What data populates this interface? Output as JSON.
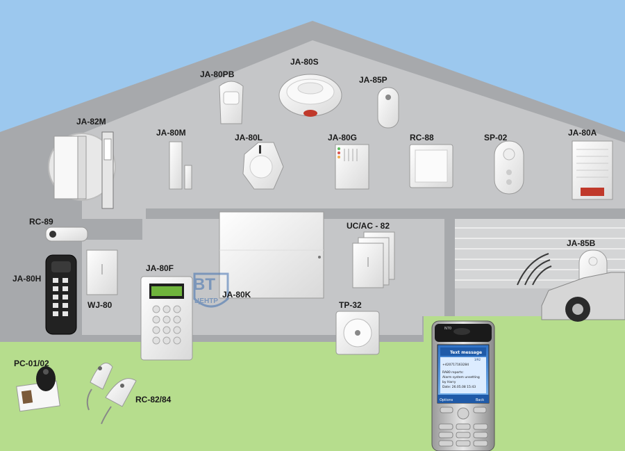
{
  "labels": {
    "ja80pb": "JA-80PB",
    "ja80s": "JA-80S",
    "ja85p": "JA-85P",
    "ja82m": "JA-82M",
    "ja80m": "JA-80M",
    "ja80l": "JA-80L",
    "ja80g": "JA-80G",
    "rc88": "RC-88",
    "sp02": "SP-02",
    "ja80a": "JA-80A",
    "rc89": "RC-89",
    "ucac82": "UC/AC - 82",
    "ja85b": "JA-85B",
    "ja80h": "JA-80H",
    "wj80": "WJ-80",
    "ja80f": "JA-80F",
    "ja80k": "JA-80K",
    "tp32": "TP-32",
    "pc0102": "PC-01/02",
    "rc8284": "RC-82/84"
  },
  "watermark": {
    "big": "BT",
    "small": "ЦЕНТР"
  },
  "phone": {
    "header": "Text message",
    "counter": "3/92",
    "number": "+420717163284",
    "body1": "RA80 reports:",
    "body2": "Alarm system unsetting",
    "body3": "by Harry",
    "body4": "Date: 26.05.08 15:43",
    "soft_left": "Options",
    "soft_right": "Back",
    "model": "N70"
  },
  "colors": {
    "sky": "#9cc8ee",
    "grass": "#b6dd8d",
    "house": "#a7a9ac",
    "floor": "#c5c6c8",
    "device": "#f4f4f4"
  }
}
